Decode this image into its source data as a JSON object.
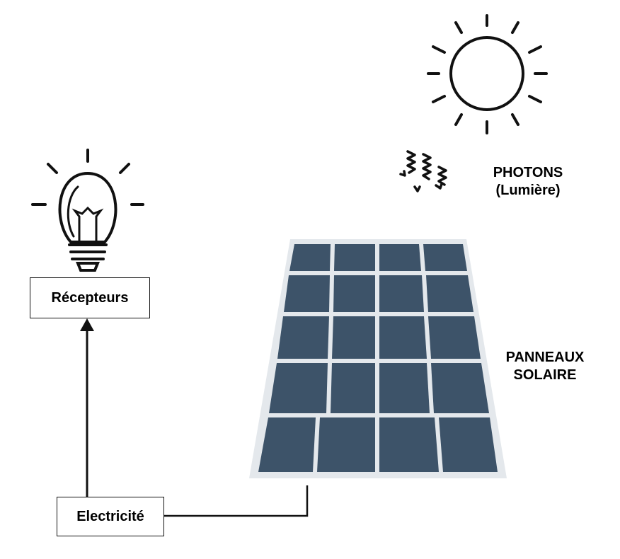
{
  "labels": {
    "receivers": "Récepteurs",
    "electricity": "Electricité"
  },
  "captions": {
    "photons_line1": "PHOTONS",
    "photons_line2": "(Lumière)",
    "panels_line1": "PANNEAUX",
    "panels_line2": "SOLAIRE"
  },
  "icons": {
    "sun": "sun-icon",
    "photons": "photon-waves-icon",
    "bulb": "light-bulb-icon",
    "panel": "solar-panel"
  },
  "colors": {
    "panel_cell": "#3d5369",
    "panel_frame": "#e4e8ec",
    "line": "#111111"
  }
}
